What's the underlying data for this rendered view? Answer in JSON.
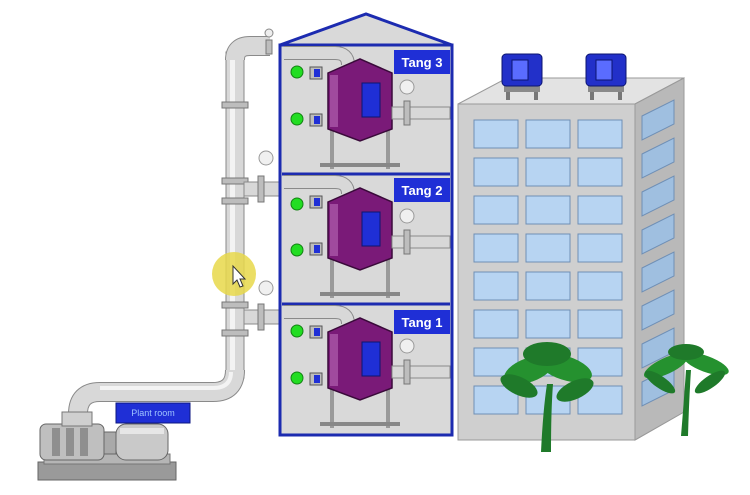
{
  "scene": {
    "title": "",
    "colors": {
      "background": "#ffffff",
      "frame": "#1c2bb0",
      "panel": "#d9d9d9",
      "tank": "#7a1a78",
      "tank_window": "#1f2fd6",
      "pipe": "#d8d8d8",
      "indicator": "#22dd22",
      "building": "#d3d3d3",
      "window": "#b7d4f2",
      "tree": "#1f7a2a",
      "cursor_highlight": "#e8d84a"
    },
    "floors": [
      {
        "label": "Tang 3",
        "indicators": [
          "on",
          "on"
        ]
      },
      {
        "label": "Tang 2",
        "indicators": [
          "on",
          "on"
        ]
      },
      {
        "label": "Tang 1",
        "indicators": [
          "on",
          "on"
        ]
      }
    ],
    "pump": {
      "label": "Plant room",
      "icon": "pump-motor-icon"
    },
    "roof_tanks": [
      {
        "icon": "roof-water-tank-icon"
      },
      {
        "icon": "roof-water-tank-icon"
      }
    ],
    "cursor": {
      "icon": "mouse-cursor-icon",
      "highlight": true
    }
  }
}
